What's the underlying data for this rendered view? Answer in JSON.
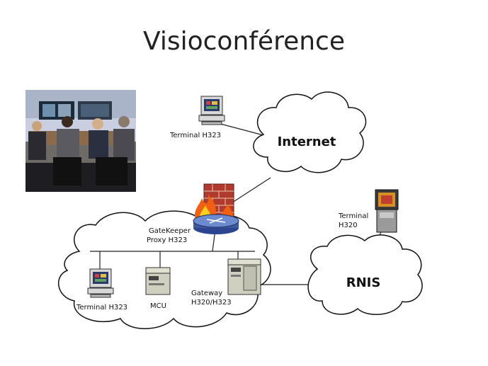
{
  "title": "Visioconférence",
  "clouds": {
    "internet": "Internet",
    "rnis": "RNIS"
  },
  "labels": {
    "terminal_h323_top": "Terminal H323",
    "gatekeeper_line1": "GateKeeper",
    "gatekeeper_line2": "Proxy H323",
    "terminal_h320_line1": "Terminal",
    "terminal_h320_line2": "H320",
    "terminal_h323_bottom": "Terminal H323",
    "mcu": "MCU",
    "gateway_line1": "Gateway",
    "gateway_line2": "H320/H323"
  },
  "colors": {
    "cloud_stroke": "#111111",
    "firewall_brick": "#b03a2e",
    "router": "#3d5a9e"
  }
}
